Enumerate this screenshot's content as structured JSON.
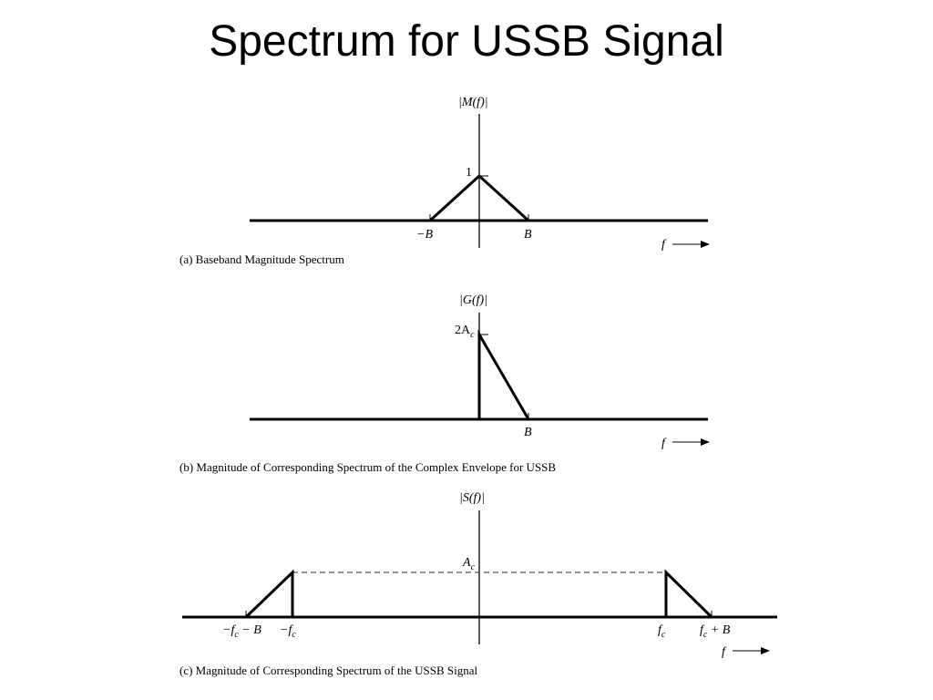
{
  "title": "Spectrum for USSB Signal",
  "panel_a": {
    "ylabel": "|M(f)|",
    "peak_label": "1",
    "neg_label": "−B",
    "pos_label": "B",
    "f_label": "f",
    "caption": "(a) Baseband Magnitude Spectrum"
  },
  "panel_b": {
    "ylabel": "|G(f)|",
    "peak_label_main": "2A",
    "peak_label_sub": "c",
    "pos_label": "B",
    "f_label": "f",
    "caption": "(b) Magnitude of Corresponding Spectrum of the Complex Envelope for USSB"
  },
  "panel_c": {
    "ylabel": "|S(f)|",
    "level_main": "A",
    "level_sub": "c",
    "neg_fcB": "−f",
    "neg_fcB_sub": "c",
    "neg_fcB_rest": " − B",
    "neg_fc": "−f",
    "neg_fc_sub": "c",
    "pos_fc": "f",
    "pos_fc_sub": "c",
    "pos_fcB": "f",
    "pos_fcB_sub": "c",
    "pos_fcB_rest": " + B",
    "f_label": "f",
    "caption": "(c) Magnitude of Corresponding Spectrum of the USSB Signal"
  }
}
